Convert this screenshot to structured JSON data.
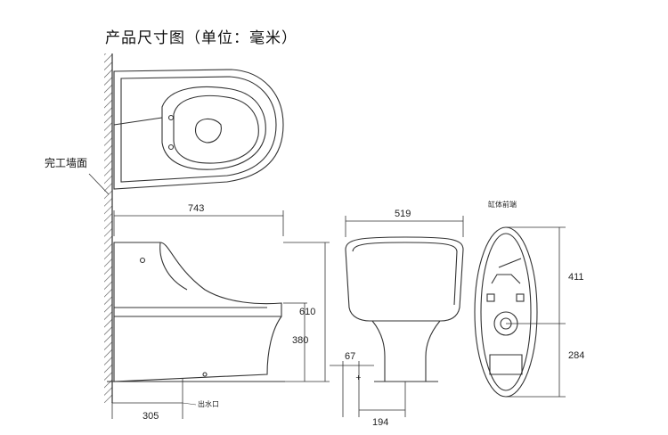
{
  "title": "产品尺寸图（单位：毫米）",
  "labels": {
    "wall": "完工墙面",
    "outlet": "出水口",
    "front_edge": "缸体前端"
  },
  "dimensions": {
    "overall_length": "743",
    "width": "519",
    "height_total": "610",
    "seat_height": "380",
    "rough_in": "305",
    "outlet_offset_x": "67",
    "outlet_width": "194",
    "top_depth": "411",
    "bottom_depth": "284"
  },
  "colors": {
    "line": "#333333",
    "wall_hatch": "#555555"
  }
}
